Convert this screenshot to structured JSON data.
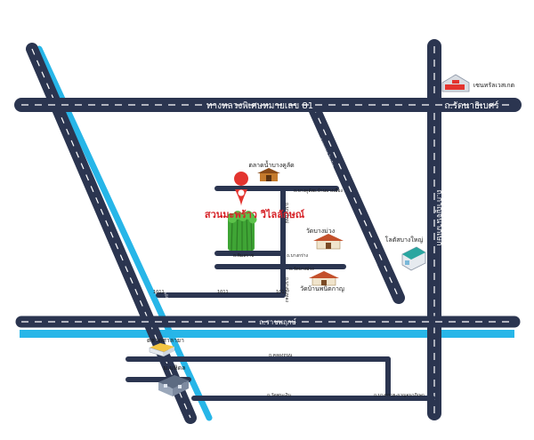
{
  "colors": {
    "road": "#2b3550",
    "road_center": "#ffffff",
    "canal": "#27b6e8",
    "pin": "#e3342f",
    "highlight_text": "#d7262b",
    "label_text": "#1a1a1a"
  },
  "roads": {
    "highway_81": "ทางหลวงพิเศษหมายเลข 81",
    "rattanathibet": "ถ.รัตนาธิเบศร์",
    "bang_kruai_sai_noi": "ถ.บางกรวย-ไทรน้อย",
    "bang_kruai_sai_noi_short": "ถ.บางกรวย-ไทรน้อย",
    "rachaphruek": "ถ.ราชพฤกษ์",
    "kanchanaphisek": "ถ.กาญจนาภิเษก",
    "bang_kulat": "ถ.บางคูลัด",
    "ban_bang_mueang": "ถ.บ้านบางเมือง",
    "bang_kruai": "ถ.บางกรวย",
    "road_1011_a": "1011",
    "road_1011_b": "1011",
    "road_1011_c": "1011",
    "phimon_rat": "ถ.พิมลราช",
    "bang_krang": "ถ.บางกร่าง",
    "wat_bang_muang": "ถ.วัดบางม่วง",
    "bang_yai": "ถ.บางใหญ่",
    "bang_bua_thong": "ถ.บางบัวทอง",
    "khlong_thanon": "ถ.คลองถนน",
    "wat_phra_ngoen": "ถ.วัดพระเงิน",
    "bang_kruai_kanchanaphisek": "ถ.บางกรวย-กาญจนาภิเษก"
  },
  "places": {
    "garden": "สวนมะพร้าว วิไลลักษณ์",
    "bang_kulat_market": "ตลาดน้ำบางคูลัด",
    "central_westgate": "เซนทรัลเวสเกต",
    "lotus_bang_yai": "โลตัสบางใหญ่",
    "wat_bang_muang": "วัดบางม่วง",
    "wat_ban_phanit": "วัดบ้านพนิตกาญ",
    "sala_market": "ตลาดศาลายา",
    "mahidol": "ม.มหิดล"
  },
  "icons": {
    "pin": "map-pin-icon",
    "market": "market-stall-icon",
    "mall": "shopping-mall-icon",
    "store": "department-store-icon",
    "temple": "temple-icon",
    "university": "university-icon",
    "palms": "coconut-palm-icon"
  }
}
